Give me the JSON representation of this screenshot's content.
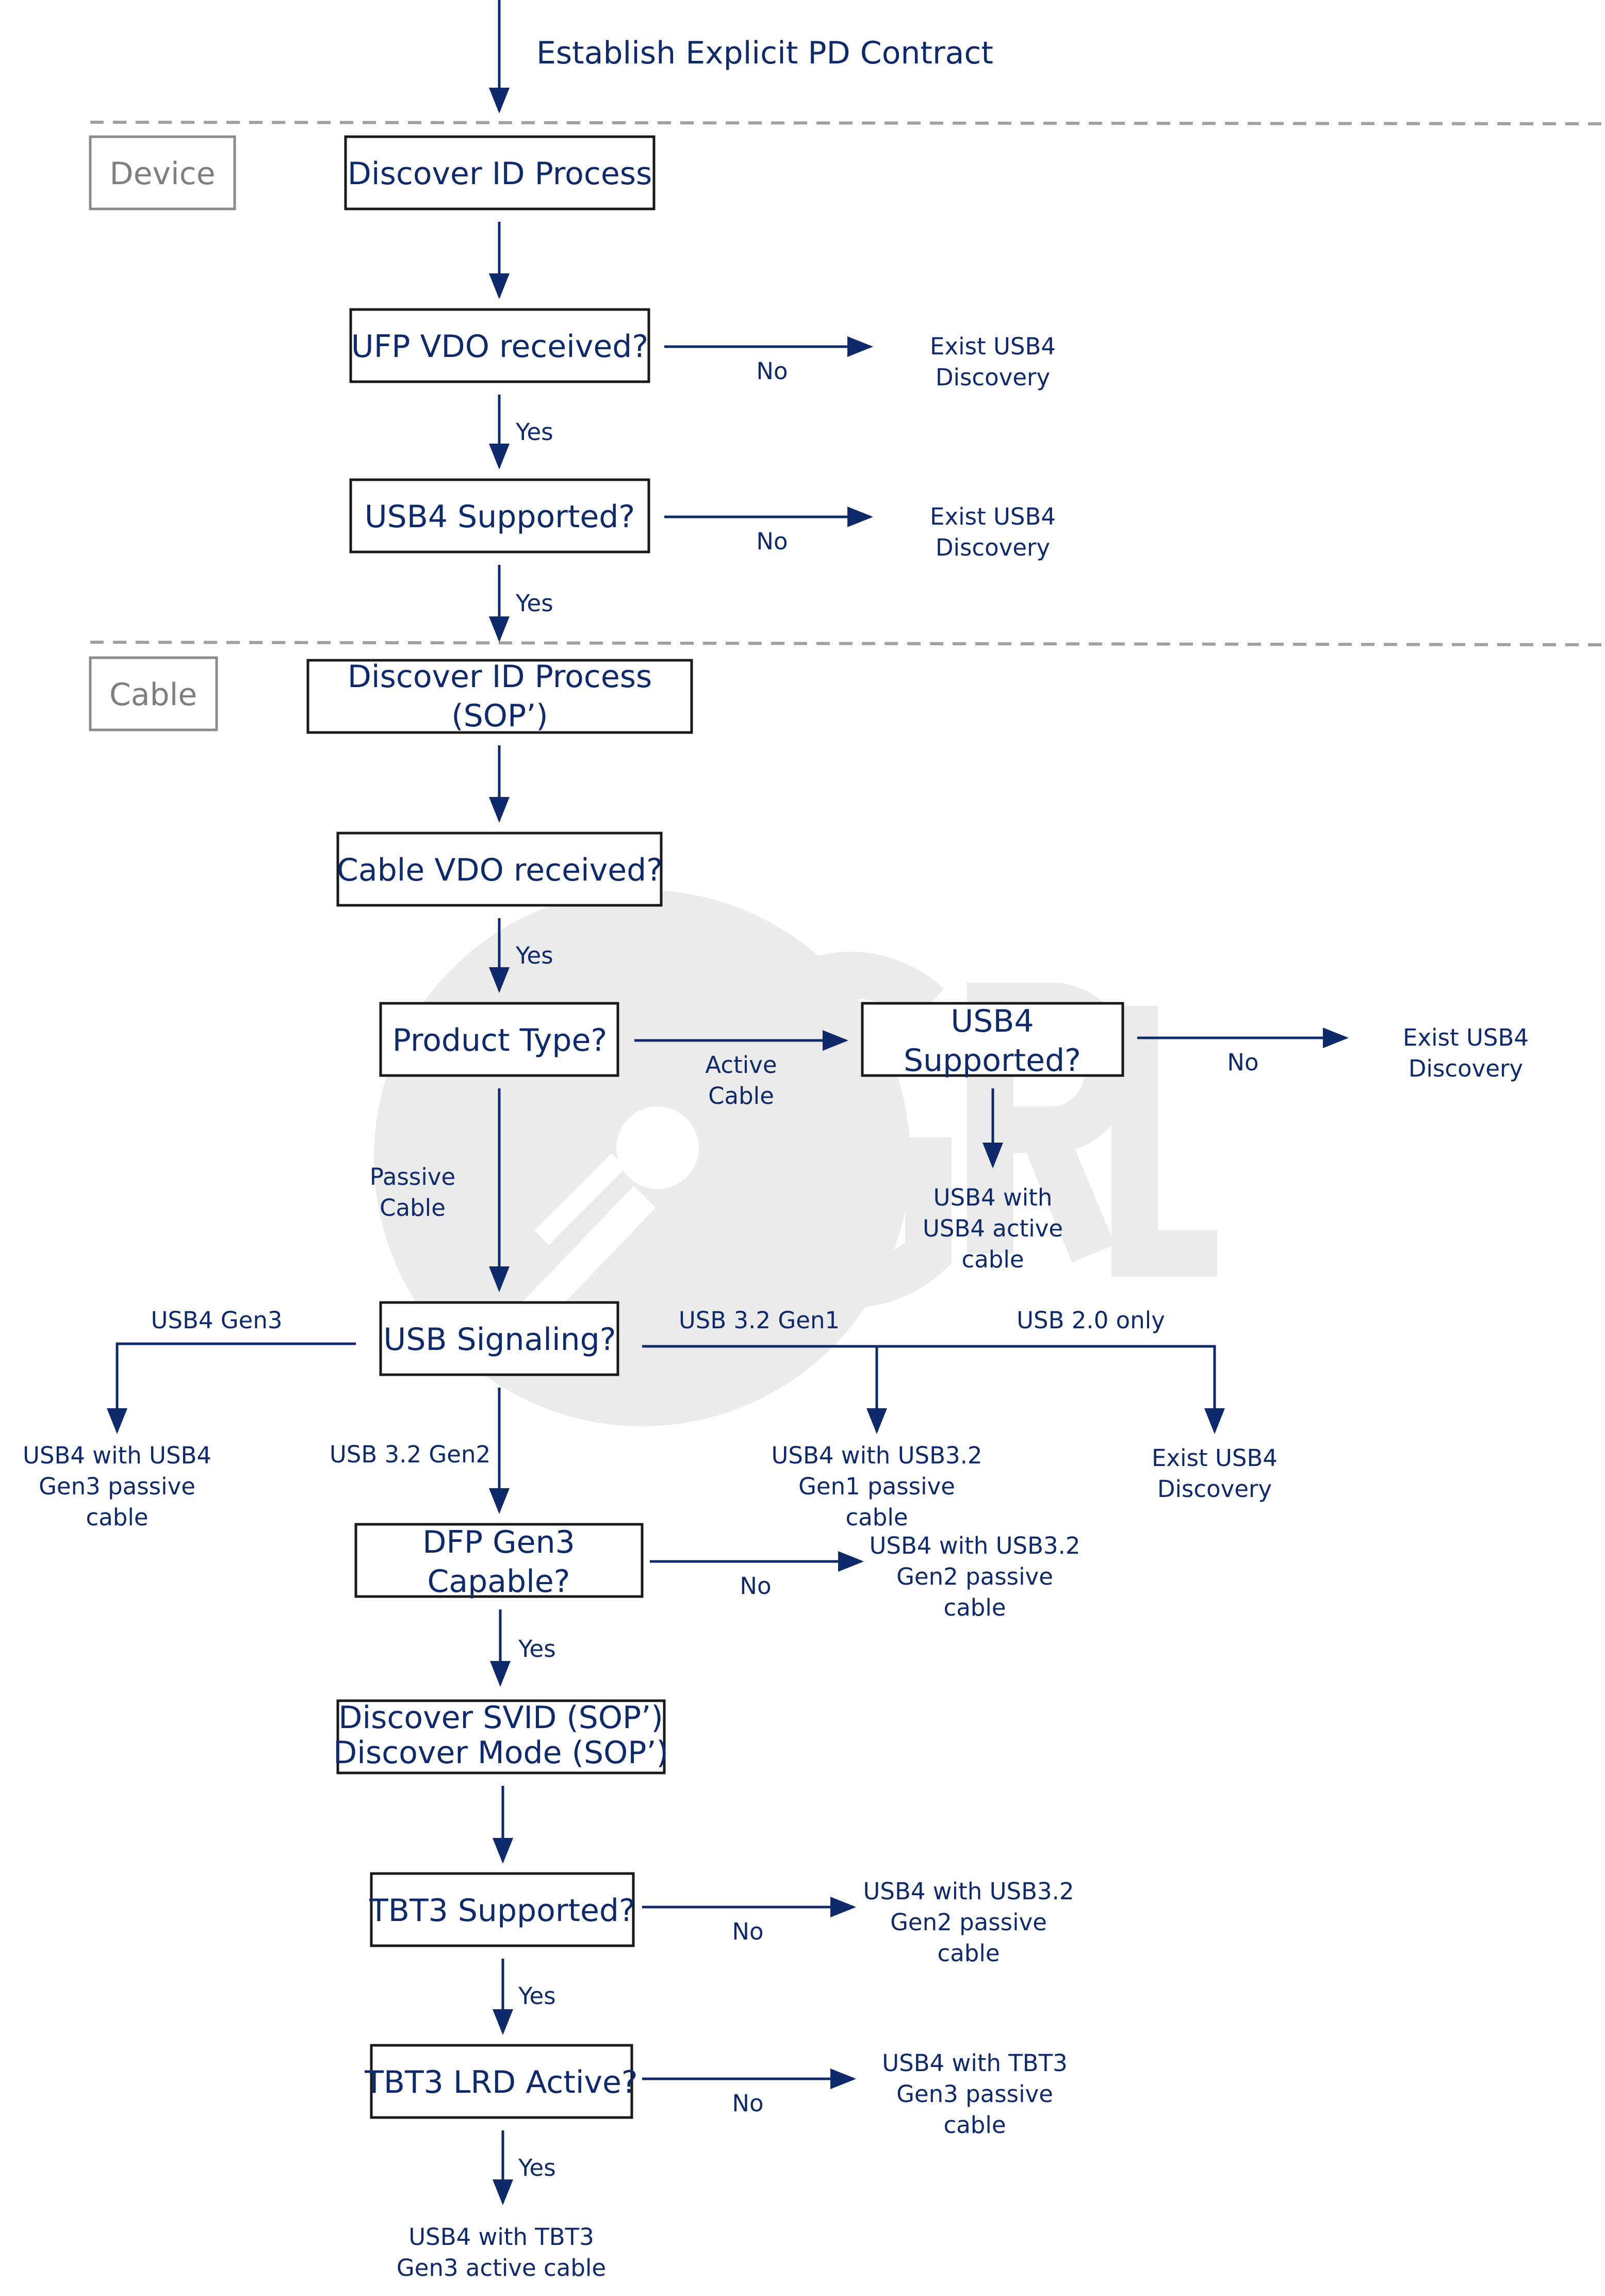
{
  "start_label": "Establish Explicit PD Contract",
  "lanes": {
    "device": "Device",
    "cable": "Cable"
  },
  "nodes": {
    "discover_id": "Discover ID Process",
    "ufp_vdo": "UFP VDO received?",
    "usb4_supported_device": "USB4 Supported?",
    "discover_id_sop_line1": "Discover ID Process",
    "discover_id_sop_line2": "(SOP’)",
    "cable_vdo": "Cable VDO received?",
    "product_type": "Product Type?",
    "usb4_supported_cable_line1": "USB4",
    "usb4_supported_cable_line2": "Supported?",
    "usb_signaling": "USB Signaling?",
    "dfp_gen3_line1": "DFP Gen3",
    "dfp_gen3_line2": "Capable?",
    "discover_svid_line1": "Discover SVID (SOP’)",
    "discover_svid_line2": "Discover Mode (SOP’)",
    "tbt3_supported": "TBT3 Supported?",
    "tbt3_lrd_active": "TBT3 LRD Active?"
  },
  "edges": {
    "no": "No",
    "yes": "Yes",
    "active_cable_line1": "Active",
    "active_cable_line2": "Cable",
    "passive_cable_line1": "Passive",
    "passive_cable_line2": "Cable",
    "usb4_gen3": "USB4 Gen3",
    "usb32_gen1": "USB 3.2 Gen1",
    "usb20_only": "USB 2.0 only",
    "usb32_gen2": "USB 3.2 Gen2"
  },
  "outcomes": {
    "exist_usb4_line1": "Exist USB4",
    "exist_usb4_line2": "Discovery",
    "usb4_active_line1": "USB4 with",
    "usb4_active_line2": "USB4 active",
    "usb4_active_line3": "cable",
    "usb4_gen3_passive_line1": "USB4 with USB4",
    "usb4_gen3_passive_line2": "Gen3 passive",
    "usb4_gen3_passive_line3": "cable",
    "usb32_gen1_passive_line1": "USB4 with USB3.2",
    "usb32_gen1_passive_line2": "Gen1 passive",
    "usb32_gen1_passive_line3": "cable",
    "usb32_gen2_passive_line1": "USB4 with USB3.2",
    "usb32_gen2_passive_line2": "Gen2 passive",
    "usb32_gen2_passive_line3": "cable",
    "tbt3_gen3_passive_line1": "USB4 with TBT3",
    "tbt3_gen3_passive_line2": "Gen3 passive",
    "tbt3_gen3_passive_line3": "cable",
    "tbt3_active_line1": "USB4 with TBT3",
    "tbt3_active_line2": "Gen3 active cable"
  },
  "colors": {
    "primary": "#0e2a6b",
    "lane_gray": "#7f7f7f",
    "box_border": "#1a1a1a",
    "watermark": "#ebebeb"
  }
}
